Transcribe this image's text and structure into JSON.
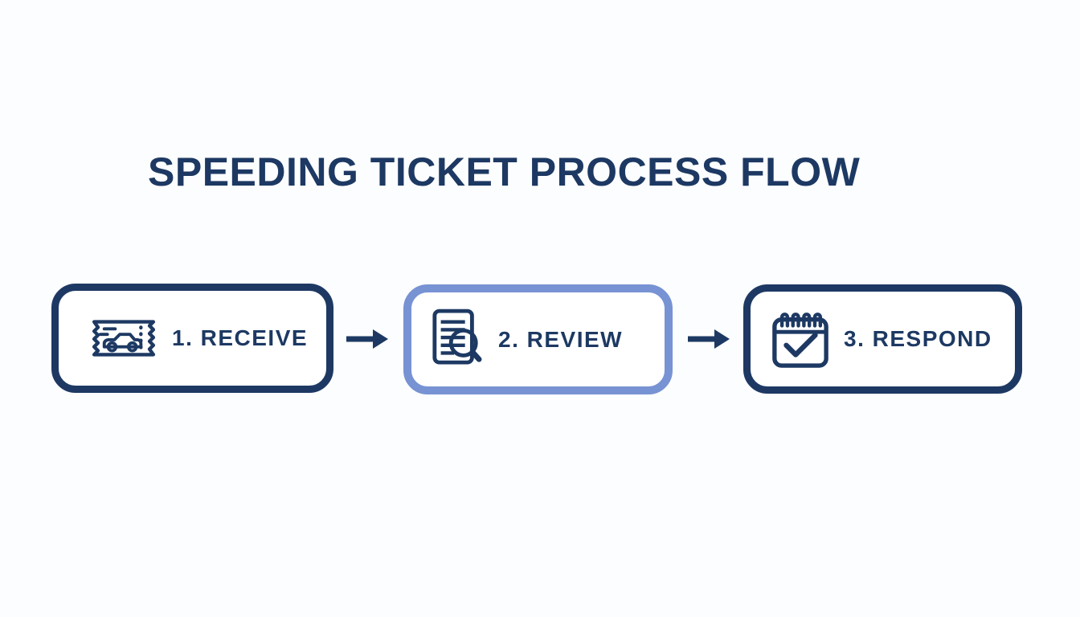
{
  "title": "SPEEDING TICKET PROCESS FLOW",
  "colors": {
    "navy": "#1d3963",
    "light_blue": "#7793d3",
    "background": "#fcfdfe",
    "box_fill": "#ffffff"
  },
  "flow": {
    "steps": [
      {
        "label": "1. RECEIVE",
        "icon": "speeding-ticket-icon",
        "border": "navy"
      },
      {
        "label": "2. REVIEW",
        "icon": "document-magnifier-icon",
        "border": "light_blue"
      },
      {
        "label": "3. RESPOND",
        "icon": "calendar-check-icon",
        "border": "navy"
      }
    ],
    "connectors": [
      {
        "icon": "arrow-right-icon"
      },
      {
        "icon": "arrow-right-icon"
      }
    ]
  }
}
